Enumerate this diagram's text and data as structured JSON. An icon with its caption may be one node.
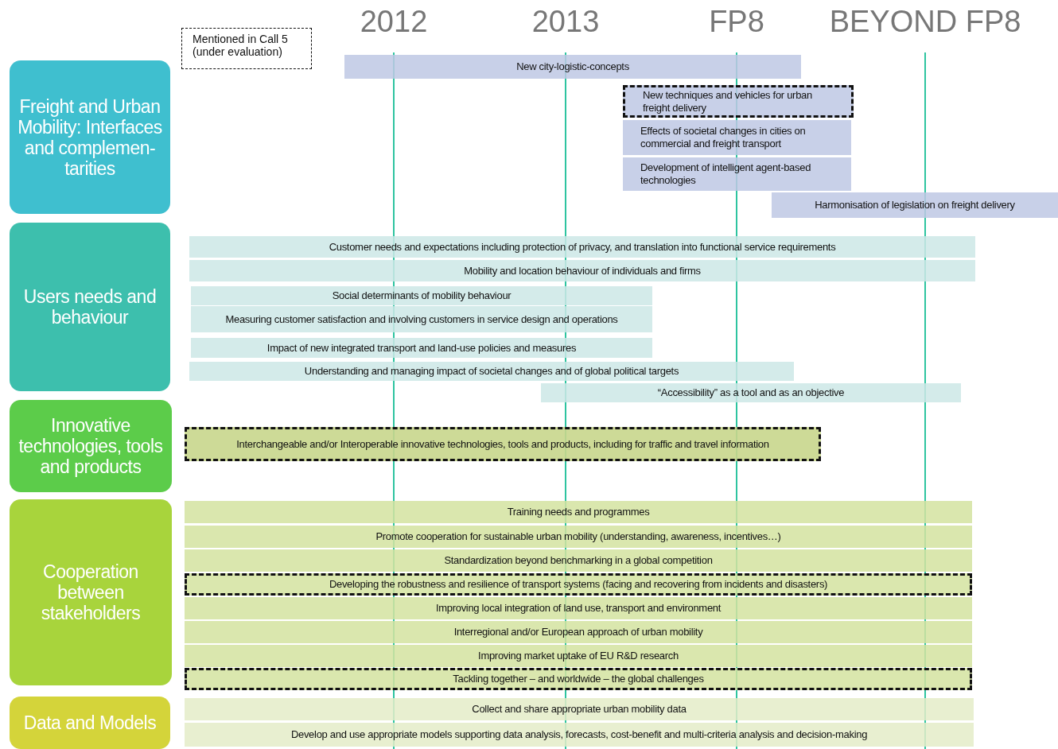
{
  "diagram": {
    "nodes": [
      {
        "text": [
          "Freight and Urban Mobility: Interfaces and complemen-tarities"
        ]
      },
      {
        "text": [
          "New city-logistic-concepts"
        ]
      },
      {
        "text": [
          "New techniques and vehicles for urban freight delivery"
        ]
      },
      {
        "text": [
          "Effects of societal changes in cities on commercial and freight transport"
        ]
      },
      {
        "text": [
          "Development of intelligent agent-based technologies"
        ]
      },
      {
        "text": [
          "Harmonisation of legislation on freight delivery"
        ]
      },
      {
        "text": [
          "Users needs and behaviour"
        ]
      },
      {
        "text": [
          "Customer needs and expectations including protection of privacy, and translation into functional service requirements"
        ]
      },
      {
        "text": [
          "Mobility and location behaviour of individuals and firms"
        ]
      },
      {
        "text": [
          "Social determinants of mobility behaviour"
        ]
      },
      {
        "text": [
          "Measuring customer satisfaction and involving customers in service design and operations"
        ]
      },
      {
        "text": [
          "Impact of new integrated transport and land-use policies and measures"
        ]
      },
      {
        "text": [
          "Understanding and managing impact of societal changes and of global political targets"
        ]
      },
      {
        "text": [
          "“Accessibility” as a tool and as an objective"
        ]
      },
      {
        "text": [
          "Innovative technologies, tools and products"
        ]
      },
      {
        "text": [
          "Interchangeable and/or Interoperable innovative technologies, tools and products, including for traffic and travel information"
        ]
      },
      {
        "text": [
          "Cooperation between stakeholders"
        ]
      },
      {
        "text": [
          "Training needs and programmes"
        ]
      },
      {
        "text": [
          "Promote cooperation for sustainable urban mobility (understanding, awareness, incentives…)"
        ]
      },
      {
        "text": [
          "Standardization beyond benchmarking in a global competition"
        ]
      },
      {
        "text": [
          "Developing the robustness and resilience of transport systems (facing and recovering from incidents and disasters)"
        ]
      },
      {
        "text": [
          "Improving local integration of land use, transport and environment"
        ]
      },
      {
        "text": [
          "Interregional and/or European approach of urban mobility"
        ]
      },
      {
        "text": [
          "Improving market uptake of EU R&D research"
        ]
      },
      {
        "text": [
          "Tackling together – and worldwide – the global challenges"
        ]
      },
      {
        "text": [
          "Data and Models"
        ]
      },
      {
        "text": [
          "Collect and share appropriate urban mobility data"
        ]
      },
      {
        "text": [
          "Develop and use appropriate models supporting data analysis, forecasts, cost-benefit and multi-criteria analysis and decision-making"
        ]
      }
    ],
    "edges": [],
    "labels": [
      "2012",
      "2013",
      "FP8",
      "BEYOND FP8"
    ],
    "legend": [
      {
        "text": "Mentioned in Call 5 (under evaluation)"
      }
    ]
  }
}
